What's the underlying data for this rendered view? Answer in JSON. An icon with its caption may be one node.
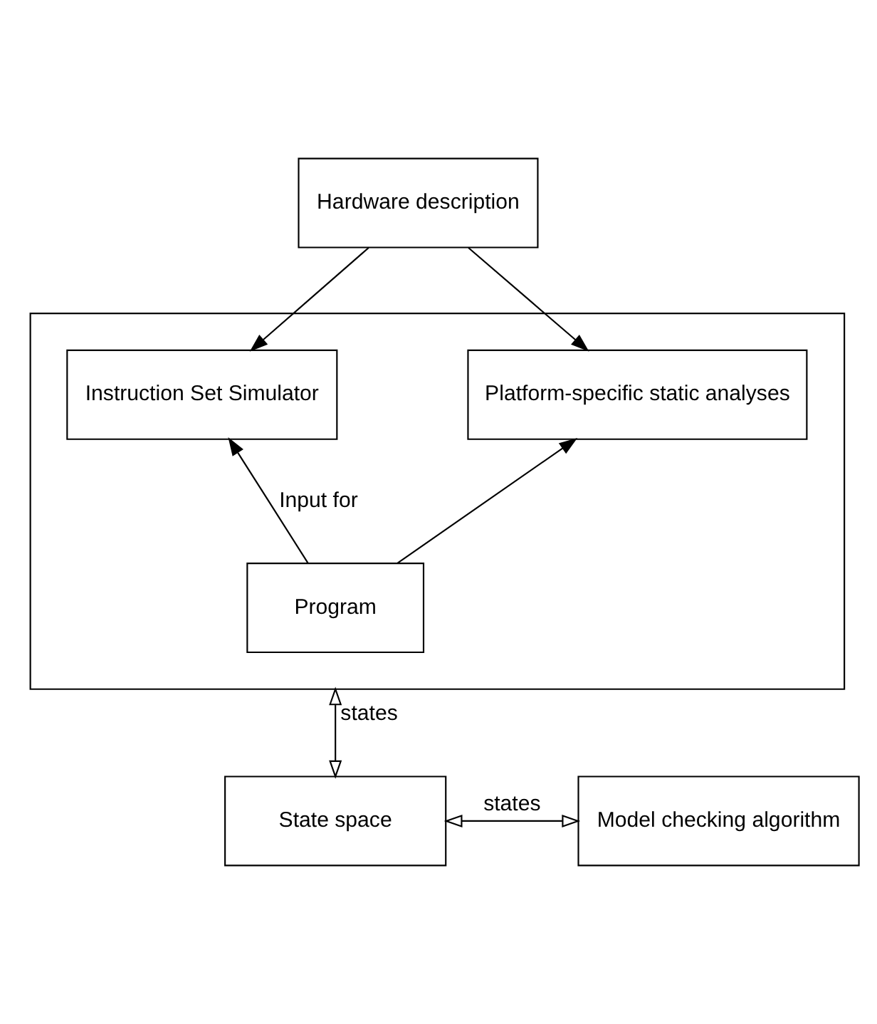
{
  "diagram": {
    "nodes": [
      {
        "text": [
          "Hardware description"
        ]
      },
      {
        "text": [],
        "shape": "box"
      },
      {
        "text": [
          "Instruction Set Simulator"
        ],
        "in": 1
      },
      {
        "text": [
          "Platform-specific static analyses"
        ],
        "in": 1
      },
      {
        "text": [
          "Program"
        ],
        "in": 1
      },
      {
        "text": [
          "State space"
        ]
      },
      {
        "text": [
          "Model checking algorithm"
        ]
      }
    ],
    "edges": [
      {
        "from": 0,
        "to": 2,
        "arrow": "to"
      },
      {
        "from": 0,
        "to": 3,
        "arrow": "to"
      },
      {
        "from": 4,
        "to": 2,
        "arrow": "to",
        "label": "Input for"
      },
      {
        "from": 4,
        "to": 3,
        "arrow": "to"
      },
      {
        "from": 1,
        "to": 5,
        "arrow": "both",
        "label": "states"
      },
      {
        "from": 5,
        "to": 6,
        "arrow": "both",
        "label": "states"
      }
    ]
  }
}
